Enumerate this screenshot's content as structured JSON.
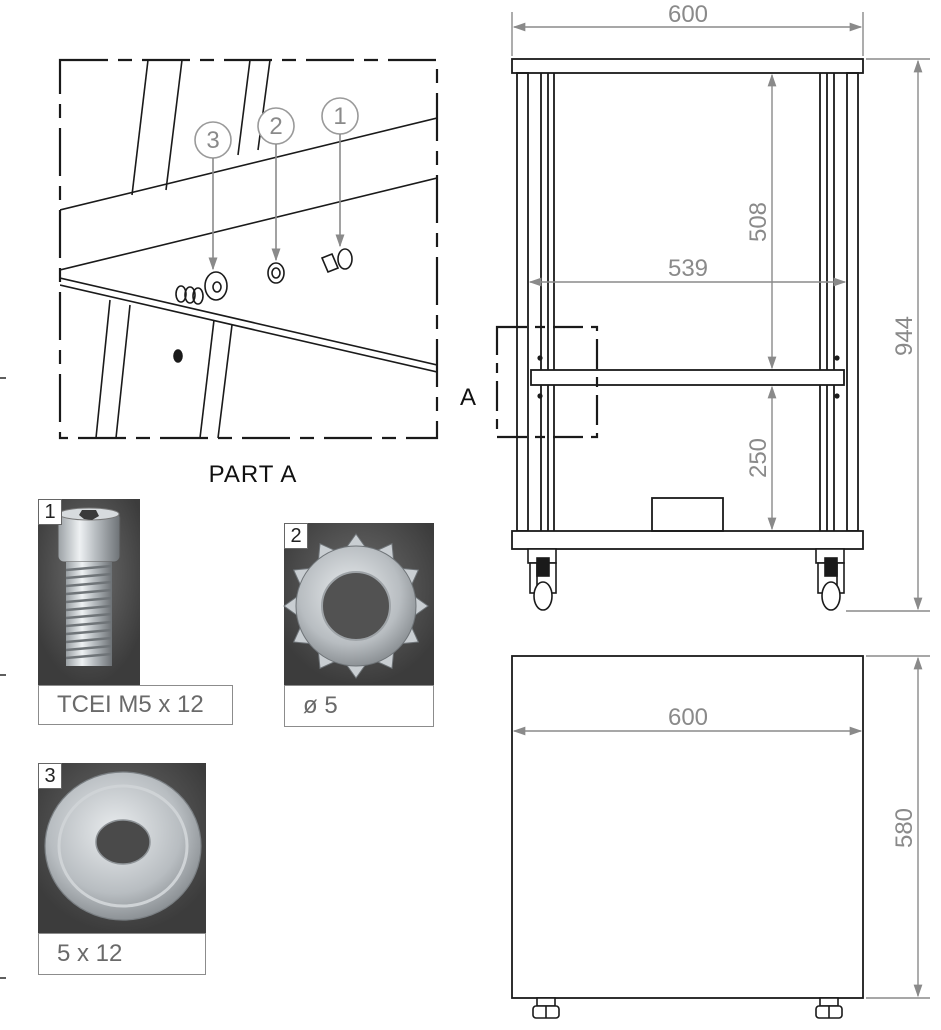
{
  "detail": {
    "title": "PART A",
    "callouts": [
      {
        "number": "1"
      },
      {
        "number": "2"
      },
      {
        "number": "3"
      }
    ]
  },
  "section_marker": "A",
  "front_view": {
    "dimensions": {
      "overall_width": "600",
      "inner_width": "539",
      "overall_height": "944",
      "upper_height": "508",
      "lower_height": "250"
    }
  },
  "top_view": {
    "dimensions": {
      "width": "600",
      "depth": "580"
    }
  },
  "parts": [
    {
      "number": "1",
      "label": "TCEI M5 x 12",
      "icon": "bolt-photo"
    },
    {
      "number": "2",
      "label": "ø 5",
      "icon": "lock-washer-photo"
    },
    {
      "number": "3",
      "label": "5 x 12",
      "icon": "flat-washer-photo"
    }
  ],
  "colors": {
    "line": "#1a1a1a",
    "dimension": "#8a8a8a",
    "photo_bg": "#4a4a4a"
  }
}
